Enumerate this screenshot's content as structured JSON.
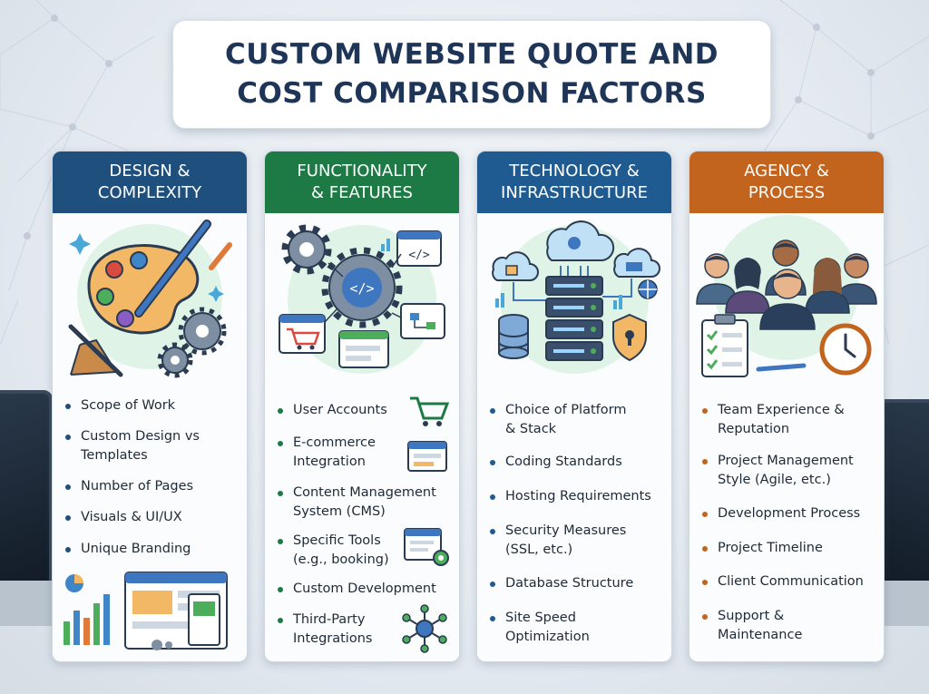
{
  "title": {
    "line1": "CUSTOM WEBSITE QUOTE AND",
    "line2": "COST COMPARISON FACTORS"
  },
  "colors": {
    "design": "#1f4f7d",
    "functionality": "#1d7a45",
    "technology": "#1f5b91",
    "agency": "#c2641e"
  },
  "columns": [
    {
      "head": [
        "DESIGN &",
        "COMPLEXITY"
      ],
      "items": [
        [
          "Scope of Work"
        ],
        [
          "Custom Design vs",
          "Templates"
        ],
        [
          "Number of Pages"
        ],
        [
          "Visuals & UI/UX"
        ],
        [
          "Unique Branding"
        ]
      ]
    },
    {
      "head": [
        "FUNCTIONALITY",
        "& FEATURES"
      ],
      "items": [
        [
          "User Accounts"
        ],
        [
          "E-commerce",
          "Integration"
        ],
        [
          "Content Management",
          "System (CMS)"
        ],
        [
          "Specific Tools",
          "(e.g., booking)"
        ],
        [
          "Custom Development"
        ],
        [
          "Third-Party",
          "Integrations"
        ]
      ]
    },
    {
      "head": [
        "TECHNOLOGY &",
        "INFRASTRUCTURE"
      ],
      "items": [
        [
          "Choice of Platform",
          "& Stack"
        ],
        [
          "Coding Standards"
        ],
        [
          "Hosting Requirements"
        ],
        [
          "Security Measures",
          "(SSL, etc.)"
        ],
        [
          "Database Structure"
        ],
        [
          "Site Speed",
          "Optimization"
        ]
      ]
    },
    {
      "head": [
        "AGENCY &",
        "PROCESS"
      ],
      "items": [
        [
          "Team Experience &",
          "Reputation"
        ],
        [
          "Project Management",
          "Style (Agile, etc.)"
        ],
        [
          "Development Process"
        ],
        [
          "Project Timeline"
        ],
        [
          "Client Communication"
        ],
        [
          "Support &",
          "Maintenance"
        ]
      ]
    }
  ],
  "icons": {
    "design_illustration": "palette-brush-gears-icon",
    "design_footer": "charts-webpage-icon",
    "functionality_illustration": "code-gear-cart-icon",
    "technology_illustration": "cloud-server-database-icon",
    "agency_illustration": "team-checklist-clock-icon"
  }
}
